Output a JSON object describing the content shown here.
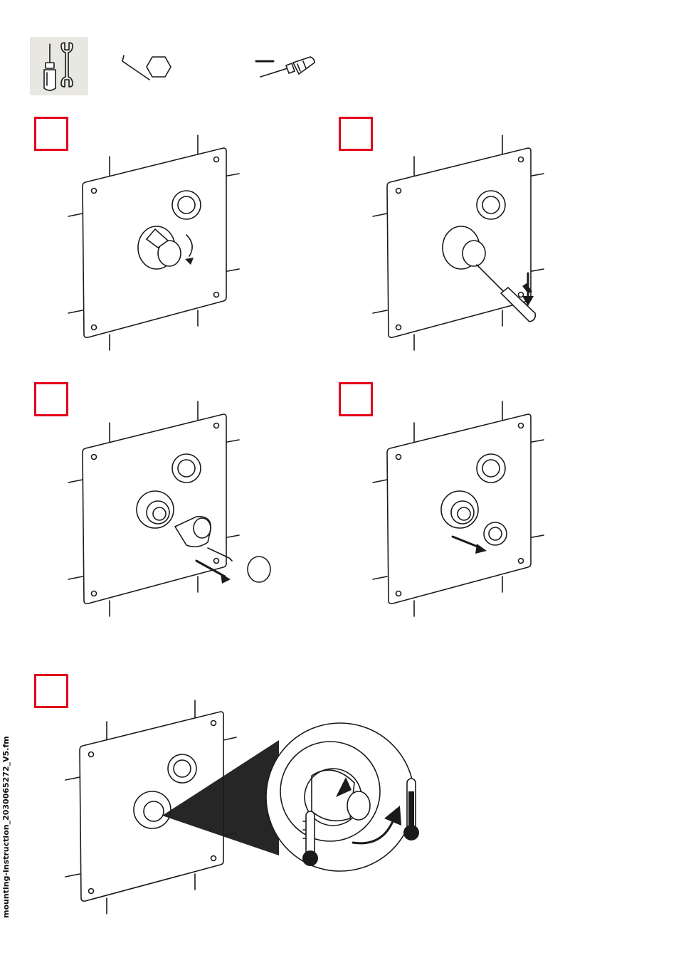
{
  "document": {
    "side_label": "mounting-instruction_2030065272_V5.fm"
  },
  "colors": {
    "step_frame": "#e3001b",
    "tool_box_bg": "#e9e7e2",
    "line": "#1a1a1a"
  },
  "icons": {
    "tools_badge": "screwdriver-wrench-icon",
    "hex_key": "allen-key-hex-icon",
    "flat_screwdriver": "flat-screwdriver-icon"
  },
  "steps": [
    {
      "id": 1,
      "illustration": "rotate-handle"
    },
    {
      "id": 2,
      "illustration": "pry-cap-with-screwdriver"
    },
    {
      "id": 3,
      "illustration": "remove-handle-with-hex-key"
    },
    {
      "id": 4,
      "illustration": "remove-sleeve"
    },
    {
      "id": 5,
      "illustration": "adjust-temperature-limit"
    }
  ]
}
